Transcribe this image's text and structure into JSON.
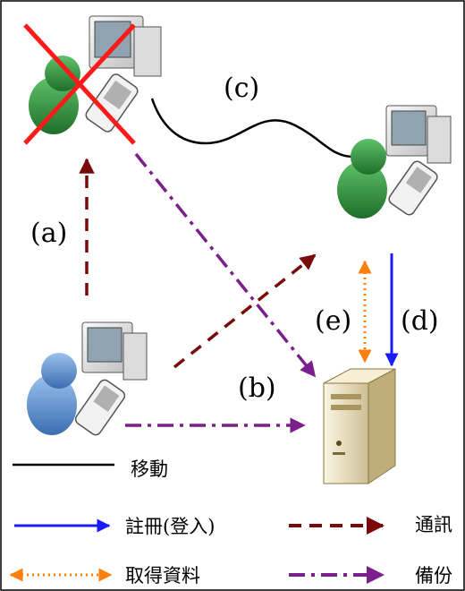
{
  "labels": {
    "a": "(a)",
    "b": "(b)",
    "c": "(c)",
    "d": "(d)",
    "e": "(e)"
  },
  "legend": {
    "move": "移動",
    "register": "註冊(登入)",
    "communicate": "通訊",
    "retrieve": "取得資料",
    "backup": "備份"
  },
  "colors": {
    "register": "#1a1aff",
    "communicate": "#7a0a0a",
    "retrieve": "#ff7f0e",
    "backup": "#7a1f8c",
    "move": "#000000",
    "cross": "#ff1a1a",
    "user_green": "#2e8b3a",
    "user_blue": "#5b8fd0",
    "server": "#e9dfc0"
  }
}
